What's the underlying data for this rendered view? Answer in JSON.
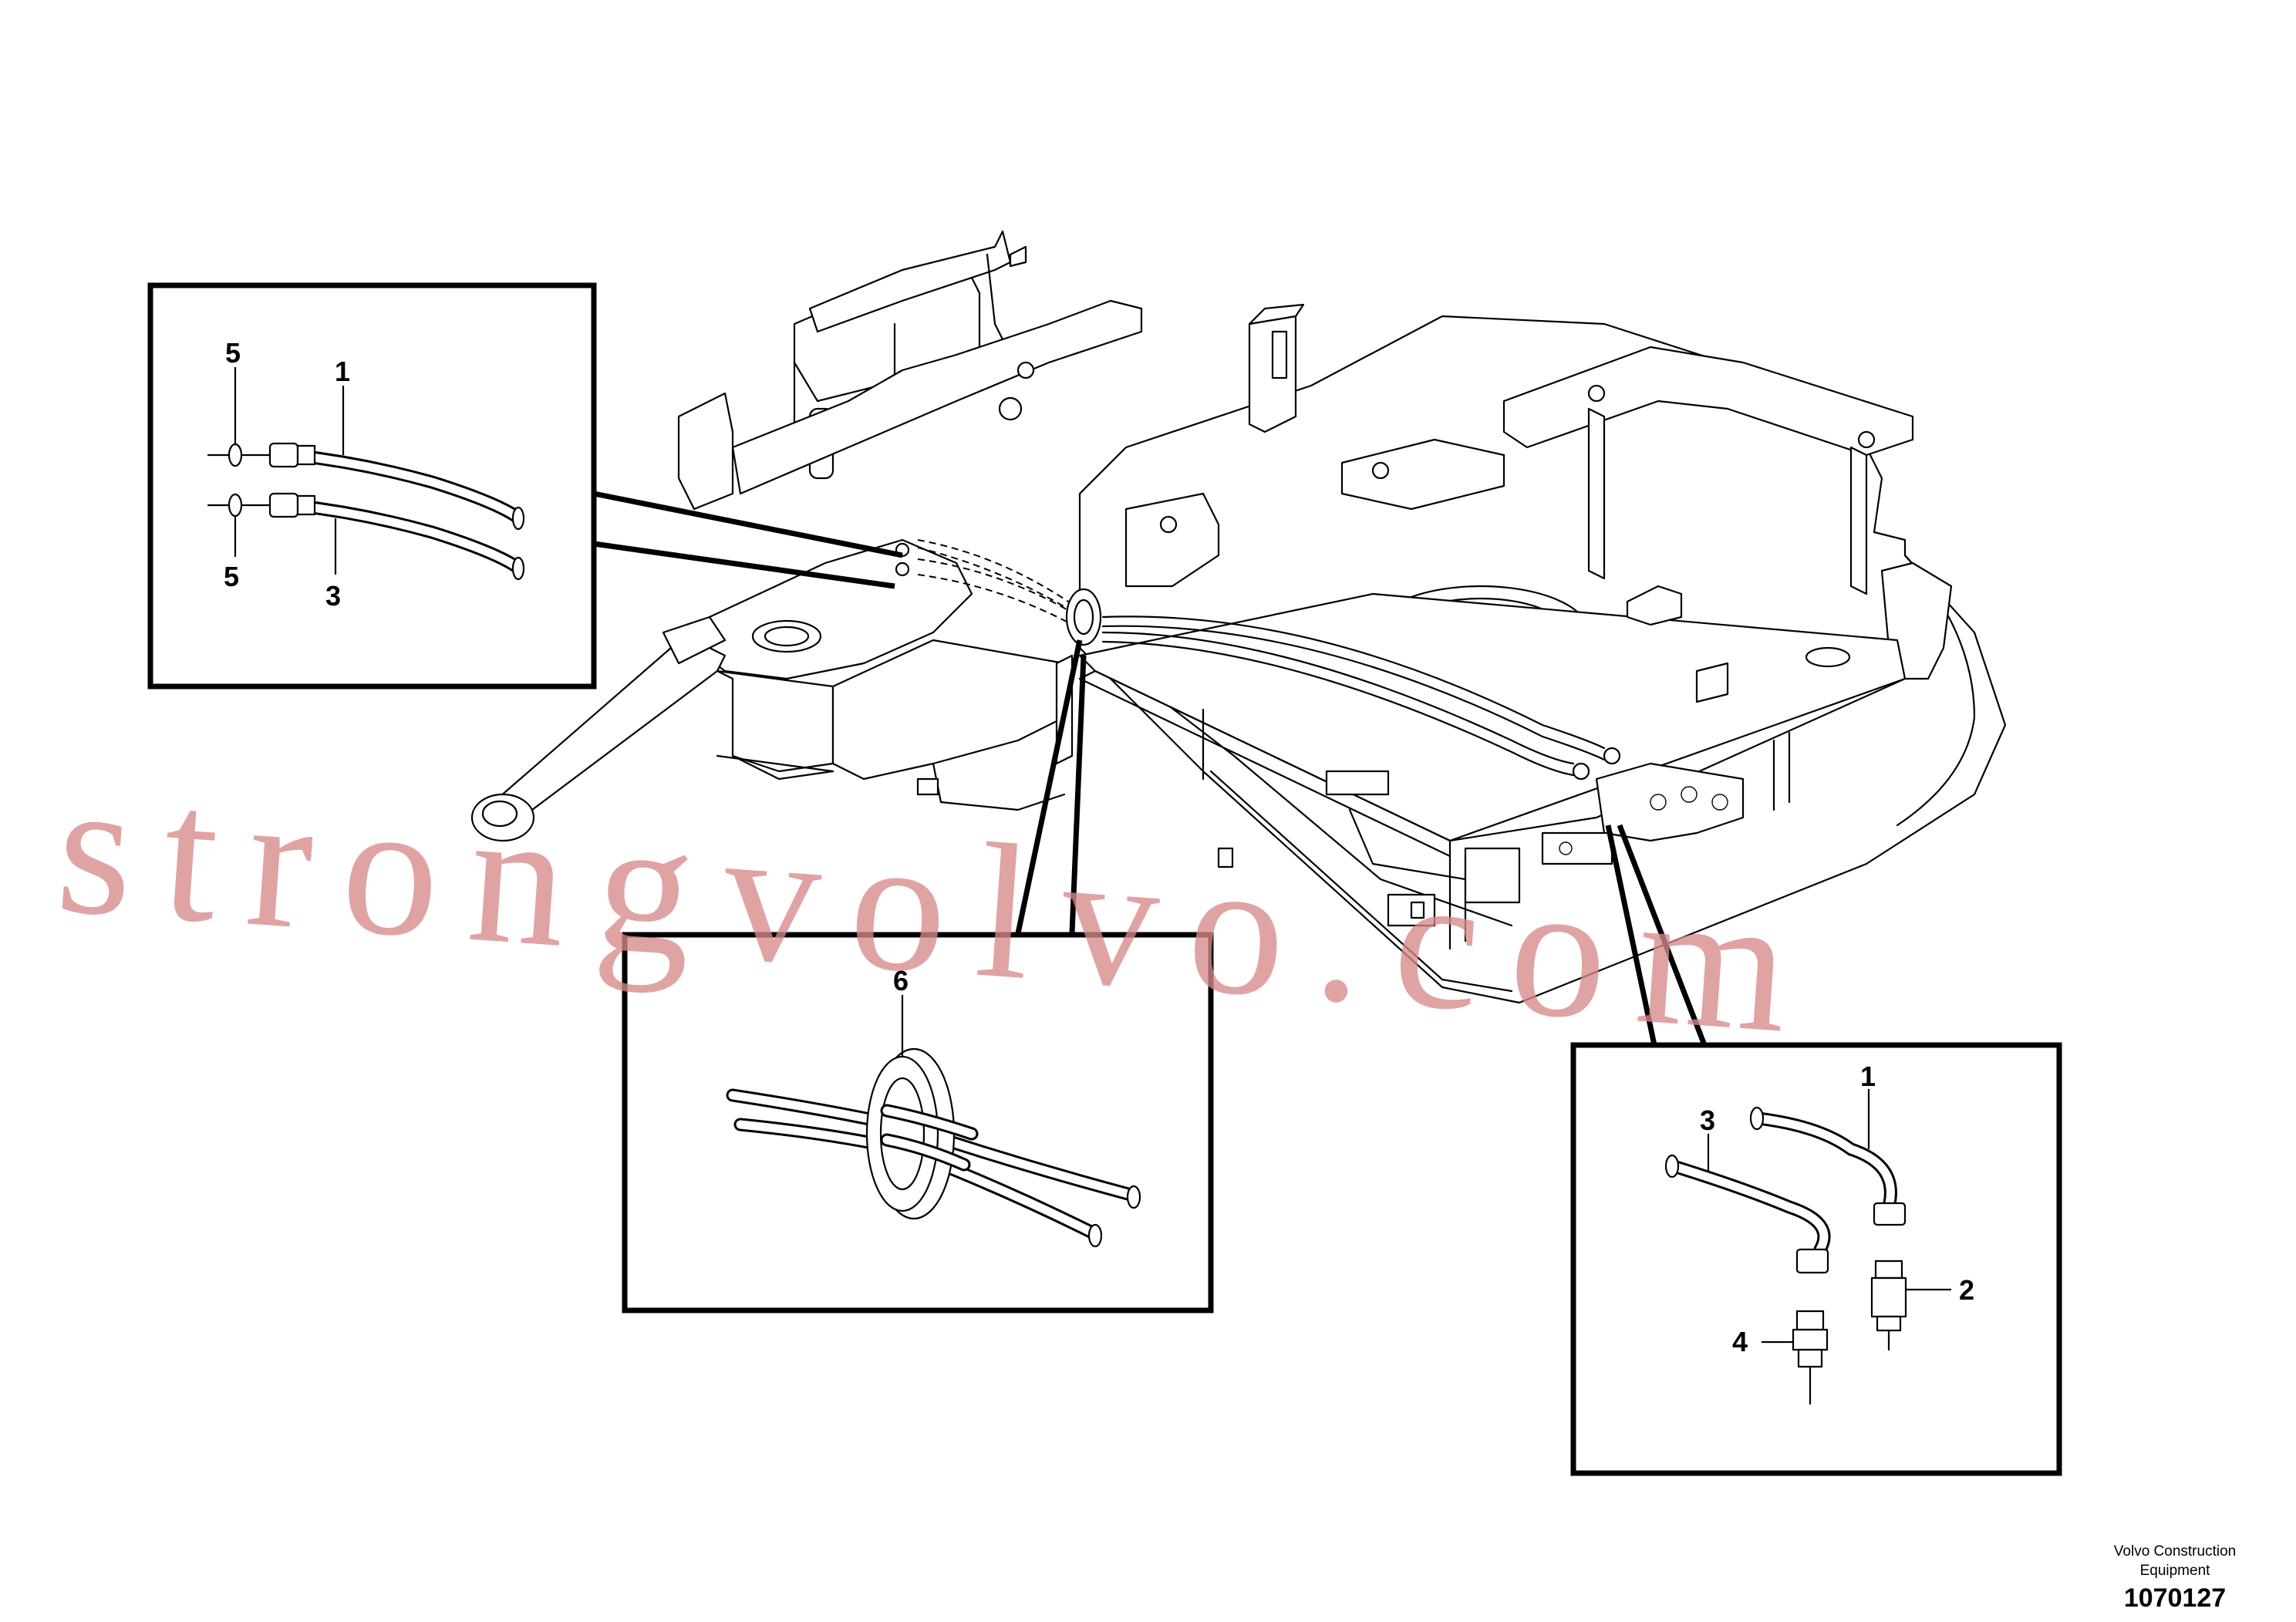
{
  "callouts": {
    "detail_a": {
      "top_seal": "5",
      "top_hose": "1",
      "bottom_seal": "5",
      "bottom_hose": "3"
    },
    "detail_b": {
      "grommet": "6"
    },
    "detail_c": {
      "hose_3": "3",
      "hose_1": "1",
      "connector_2": "2",
      "connector_4": "4"
    }
  },
  "watermark": "strongvolvo.com",
  "footer": {
    "publisher_line1": "Volvo Construction",
    "publisher_line2": "Equipment",
    "figure_number": "1070127"
  },
  "colors": {
    "line": "#000000",
    "watermark": "#d88a8a",
    "background": "#ffffff"
  }
}
